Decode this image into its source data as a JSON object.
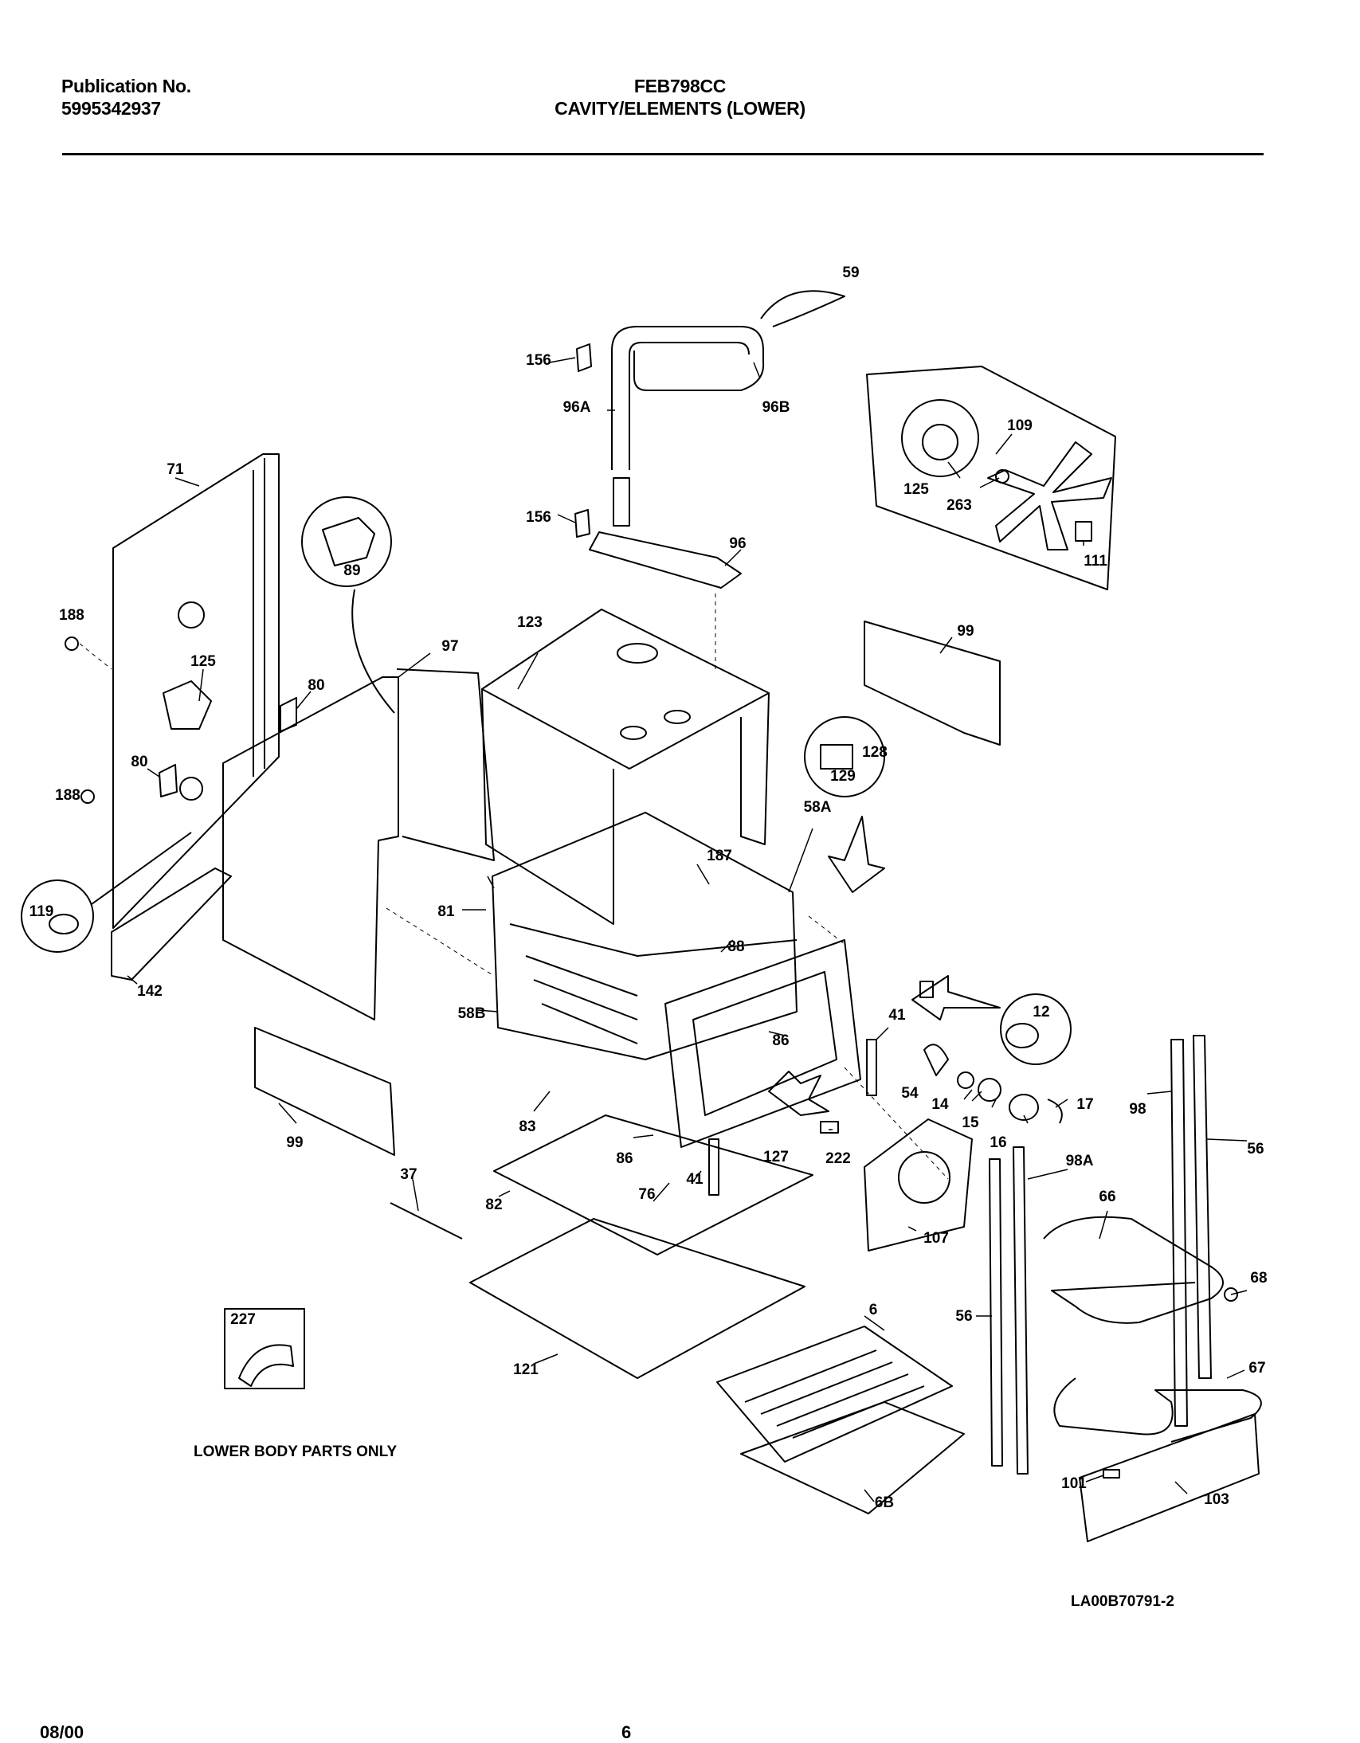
{
  "header": {
    "publication_label": "Publication No.",
    "publication_number": "5995342937",
    "model": "FEB798CC",
    "section": "CAVITY/ELEMENTS (LOWER)"
  },
  "callouts": [
    "59",
    "156",
    "96A",
    "96B",
    "156",
    "96",
    "109",
    "125",
    "263",
    "111",
    "71",
    "188",
    "125",
    "80",
    "80",
    "188",
    "89",
    "97",
    "123",
    "99",
    "128",
    "129",
    "58A",
    "187",
    "119",
    "81",
    "88",
    "142",
    "58B",
    "86",
    "12",
    "41",
    "54",
    "14",
    "15",
    "16",
    "17",
    "98",
    "56",
    "99",
    "83",
    "86",
    "127",
    "222",
    "76",
    "41",
    "82",
    "37",
    "98A",
    "66",
    "107",
    "68",
    "56",
    "6",
    "227",
    "121",
    "67",
    "101",
    "103",
    "6B"
  ],
  "notes": {
    "lower_body": "LOWER BODY PARTS ONLY",
    "drawing_code": "LA00B70791-2"
  },
  "footer": {
    "date": "08/00",
    "page": "6"
  }
}
